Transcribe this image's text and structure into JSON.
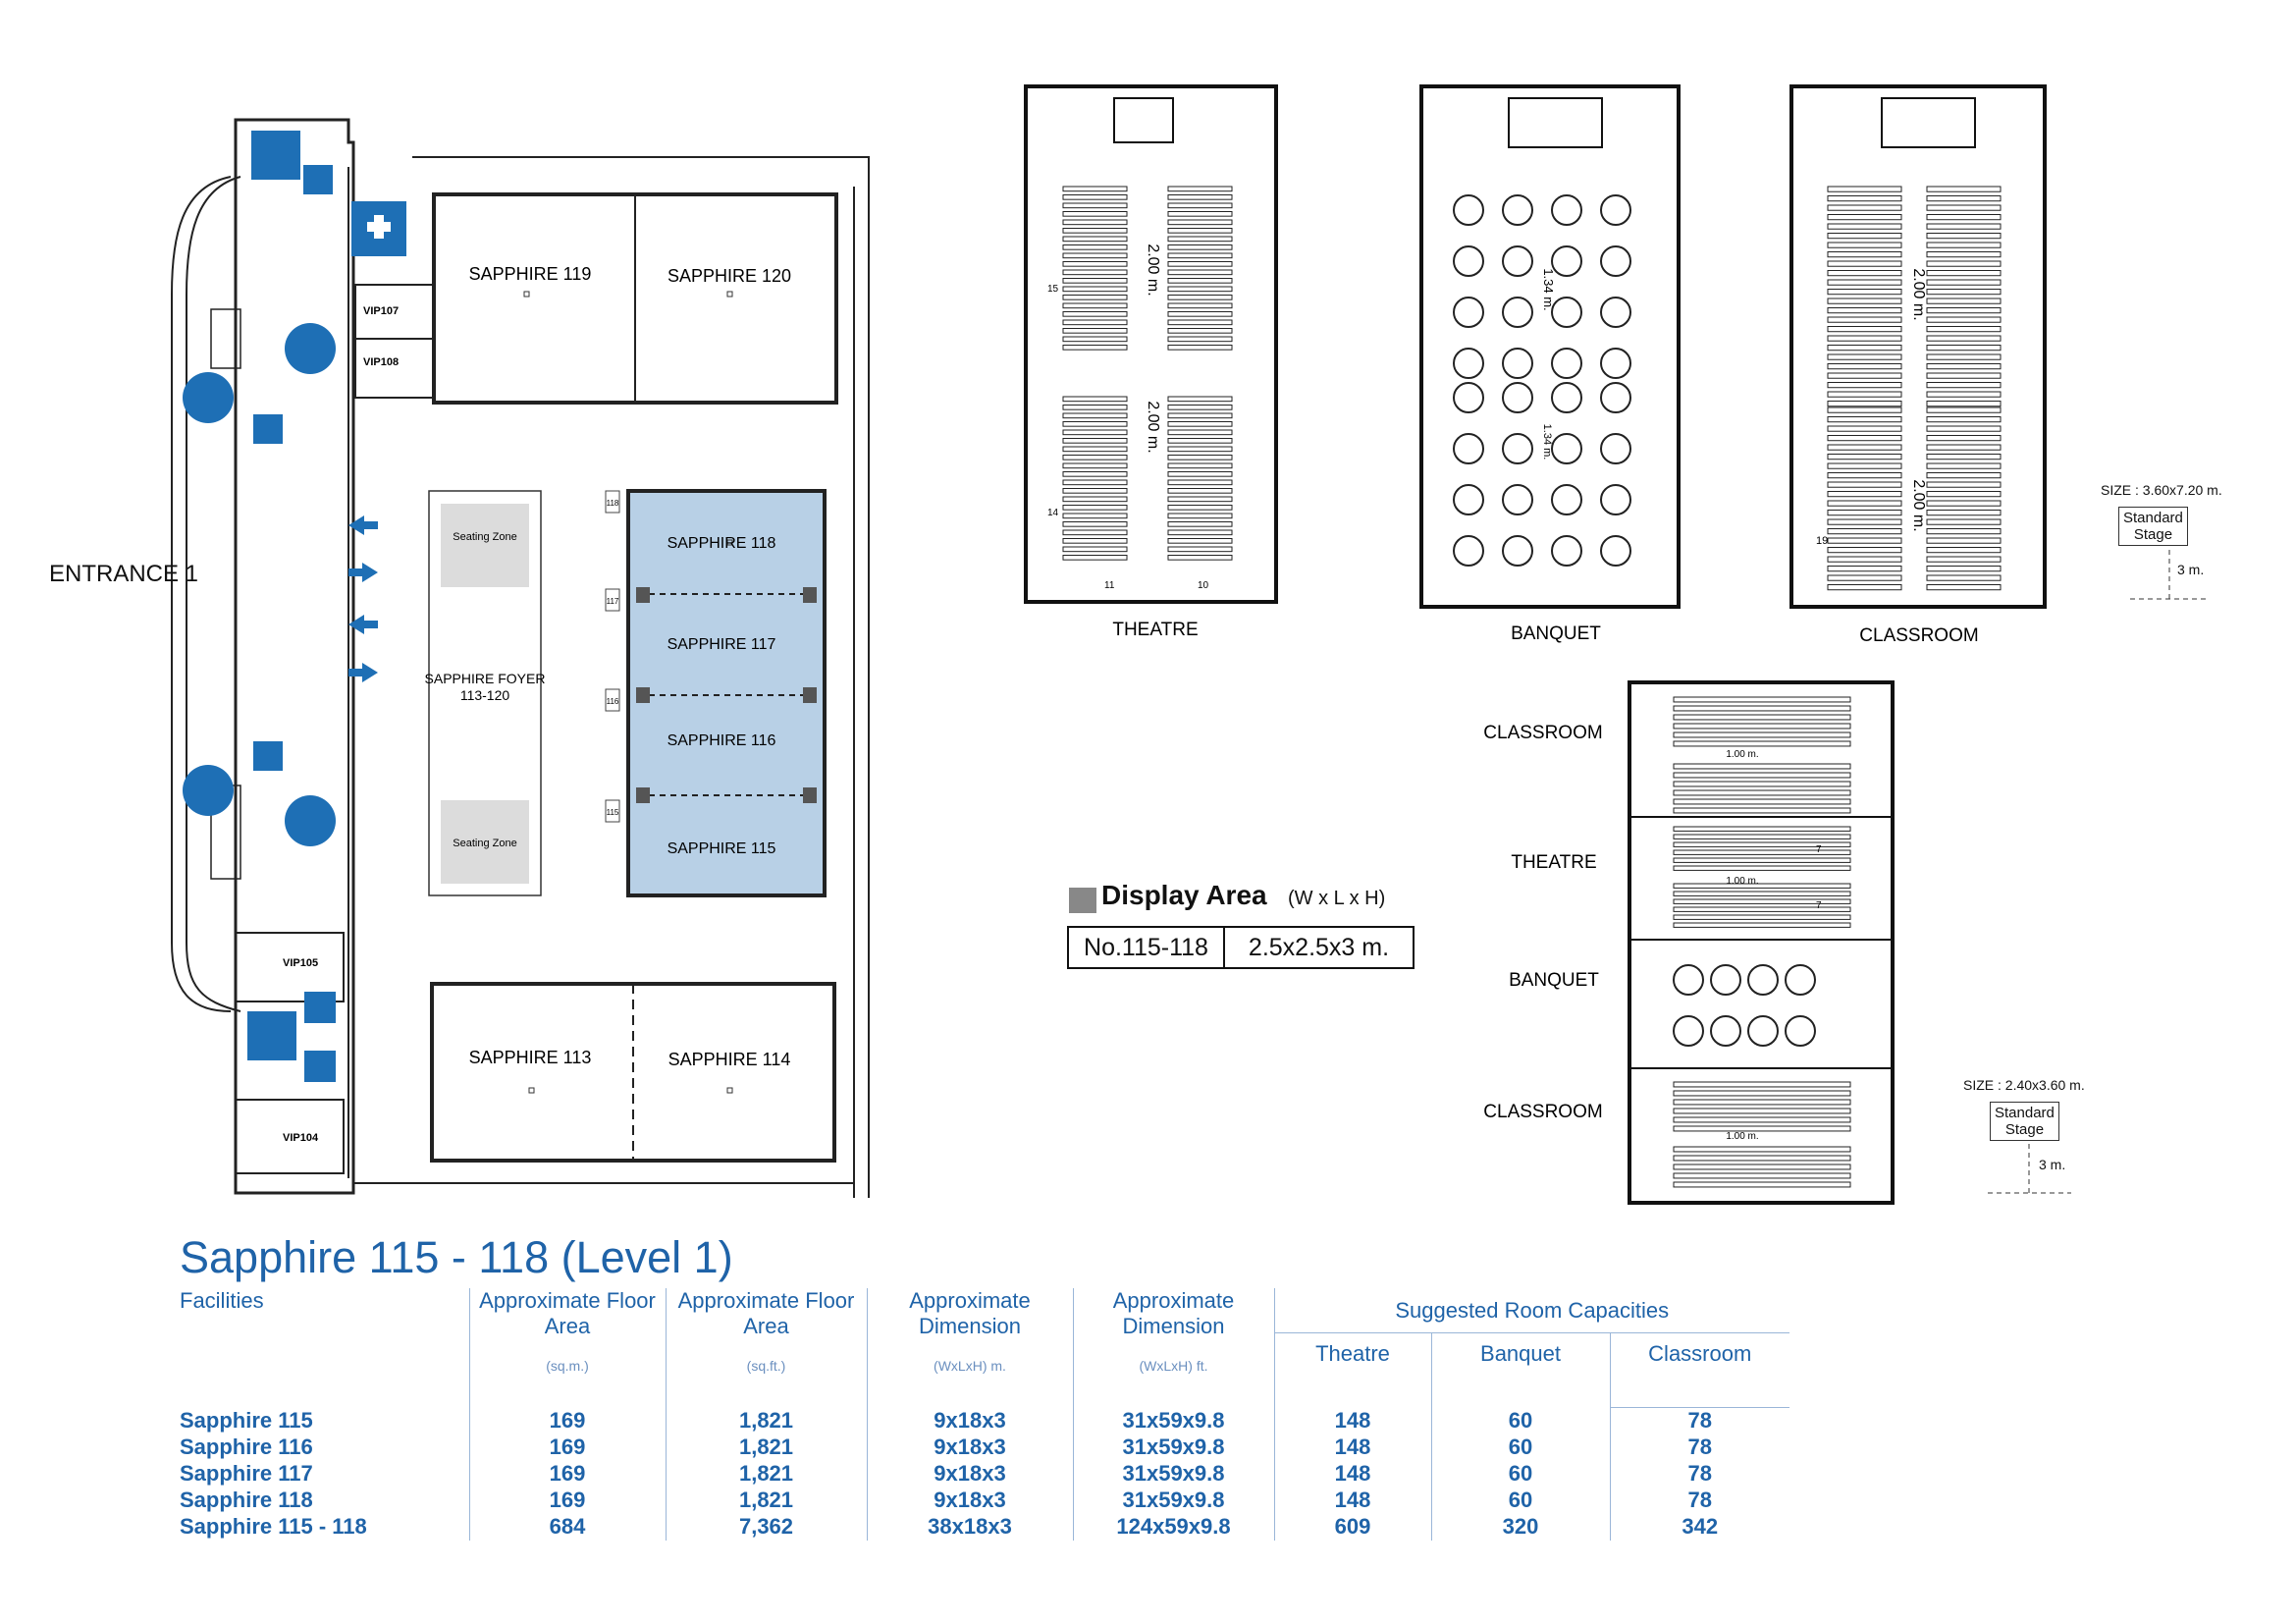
{
  "plan": {
    "entrance_label": "ENTRANCE 1",
    "rooms": {
      "r119": "SAPPHIRE 119",
      "r120": "SAPPHIRE 120",
      "r118": "SAPPHIRE 118",
      "r117": "SAPPHIRE 117",
      "r116": "SAPPHIRE 116",
      "r115": "SAPPHIRE 115",
      "r113": "SAPPHIRE 113",
      "r114": "SAPPHIRE 114",
      "foyer_line1": "SAPPHIRE FOYER",
      "foyer_line2": "113-120",
      "seating_zone_top": "Seating Zone",
      "seating_zone_bottom": "Seating Zone",
      "vip107": "VIP107",
      "vip108": "VIP108",
      "vip105": "VIP105",
      "vip104": "VIP104"
    },
    "door_tags": [
      "118",
      "117",
      "116",
      "115"
    ],
    "highlight_color": "#b8d0e6"
  },
  "layouts": {
    "theatre_label": "THEATRE",
    "banquet_label": "BANQUET",
    "classroom_label": "CLASSROOM",
    "theatre_dim_top": "2.00 m.",
    "theatre_dim_bottom": "2.00 m.",
    "banquet_dim_top": "1.34 m.",
    "banquet_dim_bottom": "1.34 m.",
    "classroom_dim_top": "2.00 m.",
    "classroom_dim_bottom": "2.00 m.",
    "theatre_nums": [
      "15",
      "14",
      "11",
      "10"
    ],
    "classroom_num": "19"
  },
  "stage_large": {
    "size": "SIZE : 3.60x7.20 m.",
    "line1": "Standard",
    "line2": "Stage",
    "depth": "3 m."
  },
  "stage_small": {
    "size": "SIZE : 2.40x3.60 m.",
    "line1": "Standard",
    "line2": "Stage",
    "depth": "3 m."
  },
  "single_room": {
    "labels": [
      "CLASSROOM",
      "THEATRE",
      "BANQUET",
      "CLASSROOM"
    ],
    "dims": [
      "1.00 m.",
      "1.00 m.",
      "1.00 m."
    ],
    "theatre_nums": [
      "7",
      "7"
    ]
  },
  "display_area": {
    "title": "Display Area",
    "unit": "(W x L x H)",
    "number": "No.115-118",
    "size": "2.5x2.5x3 m."
  },
  "table": {
    "title": "Sapphire 115 - 118 (Level 1)",
    "headers": {
      "facilities": "Facilities",
      "floor_area_sqm": "Approximate Floor Area",
      "floor_area_sqm_unit": "(sq.m.)",
      "floor_area_sqft": "Approximate Floor Area",
      "floor_area_sqft_unit": "(sq.ft.)",
      "dim_m": "Approximate Dimension",
      "dim_m_unit": "(WxLxH) m.",
      "dim_ft": "Approximate Dimension",
      "dim_ft_unit": "(WxLxH) ft.",
      "suggested": "Suggested Room Capacities",
      "theatre": "Theatre",
      "banquet": "Banquet",
      "classroom": "Classroom"
    },
    "rows": [
      {
        "facility": "Sapphire 115",
        "sqm": "169",
        "sqft": "1,821",
        "dim_m": "9x18x3",
        "dim_ft": "31x59x9.8",
        "theatre": "148",
        "banquet": "60",
        "classroom": "78"
      },
      {
        "facility": "Sapphire 116",
        "sqm": "169",
        "sqft": "1,821",
        "dim_m": "9x18x3",
        "dim_ft": "31x59x9.8",
        "theatre": "148",
        "banquet": "60",
        "classroom": "78"
      },
      {
        "facility": "Sapphire 117",
        "sqm": "169",
        "sqft": "1,821",
        "dim_m": "9x18x3",
        "dim_ft": "31x59x9.8",
        "theatre": "148",
        "banquet": "60",
        "classroom": "78"
      },
      {
        "facility": "Sapphire 118",
        "sqm": "169",
        "sqft": "1,821",
        "dim_m": "9x18x3",
        "dim_ft": "31x59x9.8",
        "theatre": "148",
        "banquet": "60",
        "classroom": "78"
      },
      {
        "facility": "Sapphire 115 - 118",
        "sqm": "684",
        "sqft": "7,362",
        "dim_m": "38x18x3",
        "dim_ft": "124x59x9.8",
        "theatre": "609",
        "banquet": "320",
        "classroom": "342"
      }
    ]
  }
}
